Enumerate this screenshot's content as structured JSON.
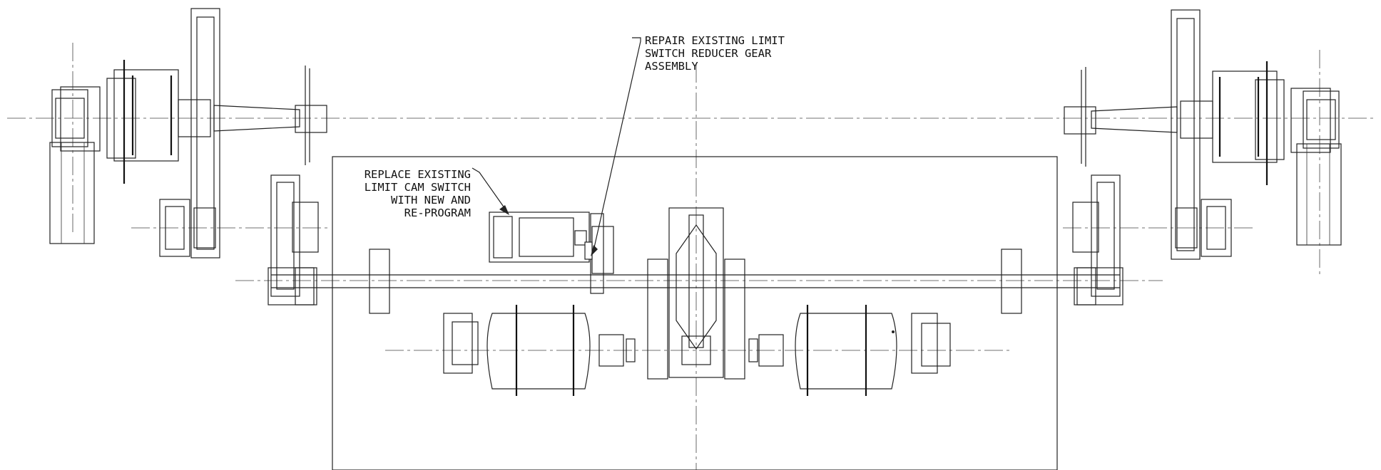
{
  "callouts": {
    "reducer_repair": {
      "lines": [
        "REPAIR EXISTING LIMIT",
        "SWITCH REDUCER GEAR",
        "ASSEMBLY"
      ]
    },
    "cam_switch_replace": {
      "lines": [
        "REPLACE EXISTING",
        "LIMIT CAM SWITCH",
        "WITH NEW  AND",
        "RE-PROGRAM"
      ]
    }
  },
  "colors": {
    "ink": "#222222",
    "paper": "#ffffff"
  }
}
